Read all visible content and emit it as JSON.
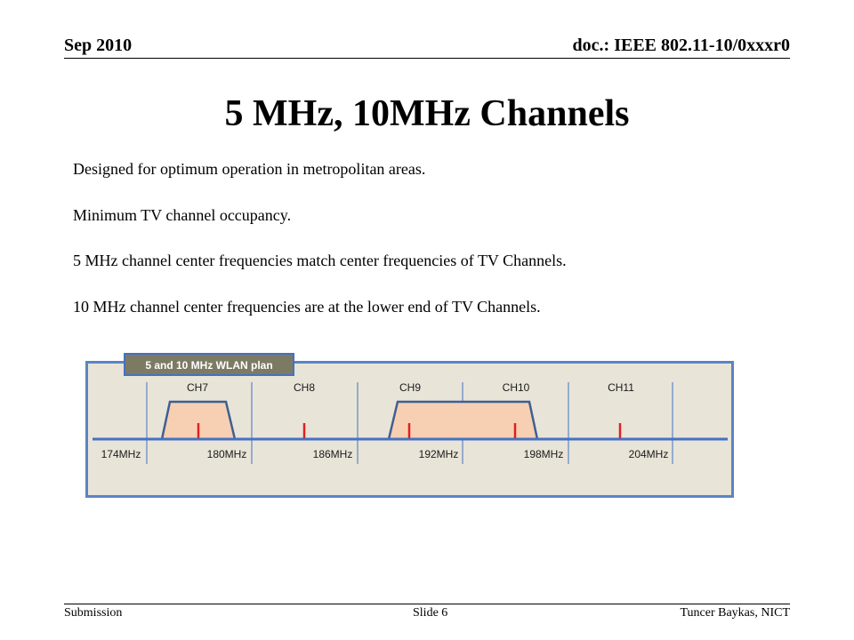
{
  "header": {
    "date": "Sep 2010",
    "doc_id": "doc.: IEEE 802.11-10/0xxxr0"
  },
  "title": "5 MHz, 10MHz Channels",
  "bullets": [
    "Designed for optimum operation in metropolitan areas.",
    "Minimum TV channel occupancy.",
    "5 MHz channel center frequencies match center frequencies of  TV Channels.",
    "10 MHz channel center frequencies are at the lower end of TV Channels."
  ],
  "diagram": {
    "tab_label": "5 and 10 MHz WLAN plan",
    "channels": [
      "CH7",
      "CH8",
      "CH9",
      "CH10",
      "CH11"
    ],
    "frequencies": [
      "174MHz",
      "180MHz",
      "186MHz",
      "192MHz",
      "198MHz",
      "204MHz"
    ],
    "colors": {
      "panel_bg": "#e8e4d8",
      "panel_border": "#5b84c4",
      "axis": "#4472c4",
      "tab_bg": "#7d7a64",
      "band_fill": "#f7cfb2",
      "band_stroke": "#3f5f93",
      "marker": "#e02020"
    }
  },
  "footer": {
    "left": "Submission",
    "center": "Slide 6",
    "right": "Tuncer Baykas, NICT"
  }
}
